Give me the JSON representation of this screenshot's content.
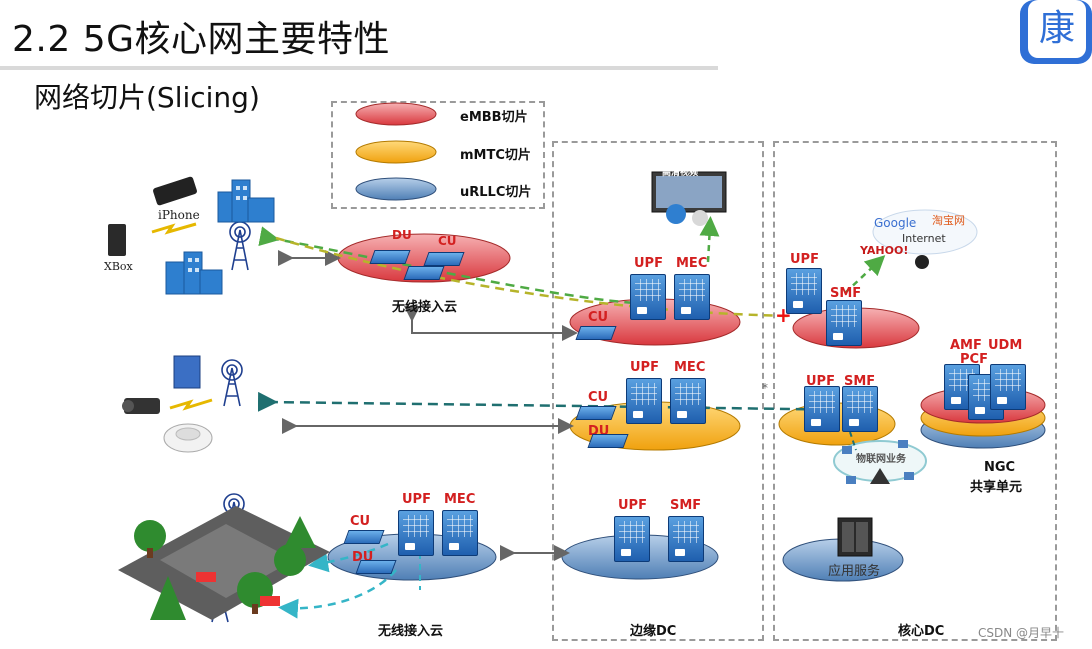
{
  "header": {
    "title": "2.2 5G核心网主要特性",
    "subtitle": "网络切片(Slicing)",
    "logo_char": "康"
  },
  "legend": {
    "items": [
      {
        "label": "eMBB切片",
        "color": "#e8666a"
      },
      {
        "label": "mMTC切片",
        "color": "#f6b22e"
      },
      {
        "label": "uRLLC切片",
        "color": "#5f92c8"
      }
    ]
  },
  "devices": {
    "iphone": "iPhone",
    "xbox": "XBox"
  },
  "nodes": {
    "du": "DU",
    "cu": "CU",
    "upf": "UPF",
    "mec": "MEC",
    "smf": "SMF",
    "amf": "AMF",
    "udm": "UDM",
    "pcf": "PCF"
  },
  "labels": {
    "ran_cloud": "无线接入云",
    "edge_dc": "边缘DC",
    "core_dc": "核心DC",
    "hd_video": "高清视频",
    "internet": "Internet",
    "google": "Google",
    "taobao": "淘宝网",
    "yahoo": "YAHOO!",
    "iot": "物联网业务",
    "app_service": "应用服务",
    "ngc": "NGC",
    "shared_unit": "共享单元",
    "watermark": "CSDN @月早十"
  },
  "colors": {
    "embb": "#e8666a",
    "mmtc": "#f6b22e",
    "urllc": "#5f92c8",
    "logo": "#2f6fd6"
  }
}
